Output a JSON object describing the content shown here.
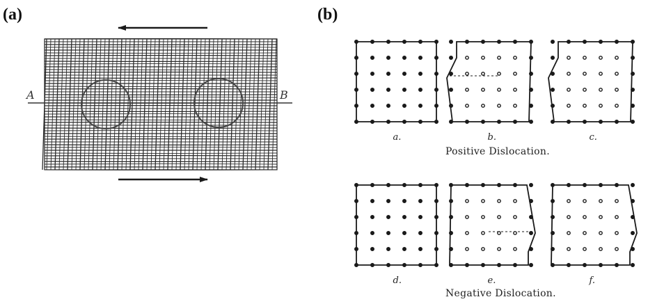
{
  "panel_a": {
    "label": "(a)",
    "line_left_label": "A",
    "line_right_label": "B",
    "top_arrow": "left",
    "bottom_arrow": "right"
  },
  "panel_b": {
    "label": "(b)",
    "rows": [
      {
        "caption": "Positive Dislocation.",
        "diagrams": [
          {
            "label": "a.",
            "kind": "perfect"
          },
          {
            "label": "b.",
            "kind": "dislocated",
            "burgers_line": true
          },
          {
            "label": "c.",
            "kind": "dislocated",
            "burgers_line": false
          }
        ]
      },
      {
        "caption": "Negative Dislocation.",
        "diagrams": [
          {
            "label": "d.",
            "kind": "perfect"
          },
          {
            "label": "e.",
            "kind": "dislocated",
            "burgers_line": true
          },
          {
            "label": "f.",
            "kind": "dislocated",
            "burgers_line": false
          }
        ]
      }
    ]
  },
  "colors": {
    "ink": "#1a1a1a",
    "light_ink": "#555555",
    "background": "#ffffff"
  }
}
